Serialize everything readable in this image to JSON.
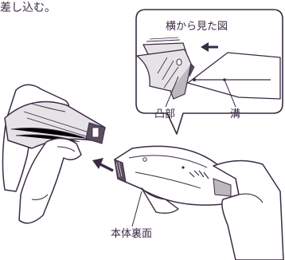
{
  "instruction": {
    "partial_text": "差し込む。"
  },
  "callout": {
    "title": "横から見た図",
    "label_protrusion": "凸部",
    "label_groove": "溝"
  },
  "main": {
    "label_back": "本体裏面"
  },
  "colors": {
    "line": "#3a2a44",
    "fill_light": "#e6e3e6",
    "fill_mid": "#bdb8bf",
    "fill_dark": "#5b4e60"
  },
  "icons": [
    "insert-arrow-icon",
    "insert-arrow-icon"
  ]
}
